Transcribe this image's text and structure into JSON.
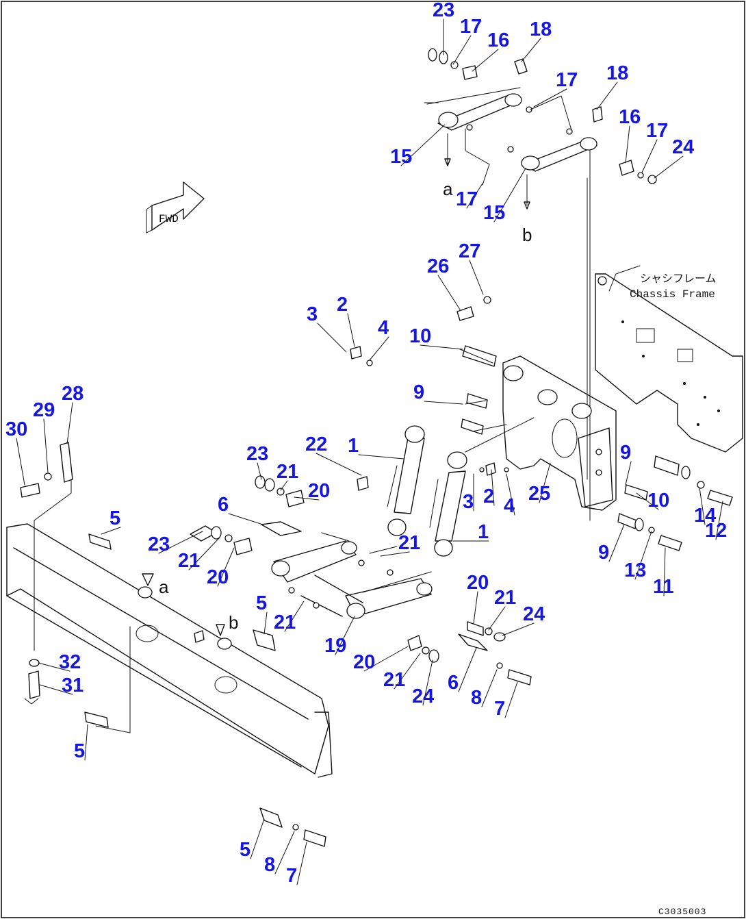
{
  "labels": [
    "23",
    "17",
    "16",
    "18",
    "17",
    "18",
    "16",
    "17",
    "24",
    "15",
    "17",
    "15",
    "27",
    "26",
    "3",
    "2",
    "4",
    "10",
    "9",
    "30",
    "29",
    "28",
    "23",
    "21",
    "20",
    "22",
    "1",
    "3",
    "2",
    "4",
    "25",
    "9",
    "10",
    "14",
    "12",
    "5",
    "6",
    "1",
    "23",
    "21",
    "20",
    "21",
    "9",
    "13",
    "11",
    "5",
    "21",
    "19",
    "20",
    "21",
    "24",
    "20",
    "21",
    "24",
    "6",
    "8",
    "7",
    "32",
    "31",
    "5",
    "5",
    "8",
    "7"
  ],
  "letters": {
    "a1": "a",
    "b1": "b",
    "a2": "a",
    "b2": "b"
  },
  "chassis": {
    "jp": "シャシフレーム",
    "en": "Chassis Frame"
  },
  "fwd": "FWD",
  "code": "C3035003"
}
